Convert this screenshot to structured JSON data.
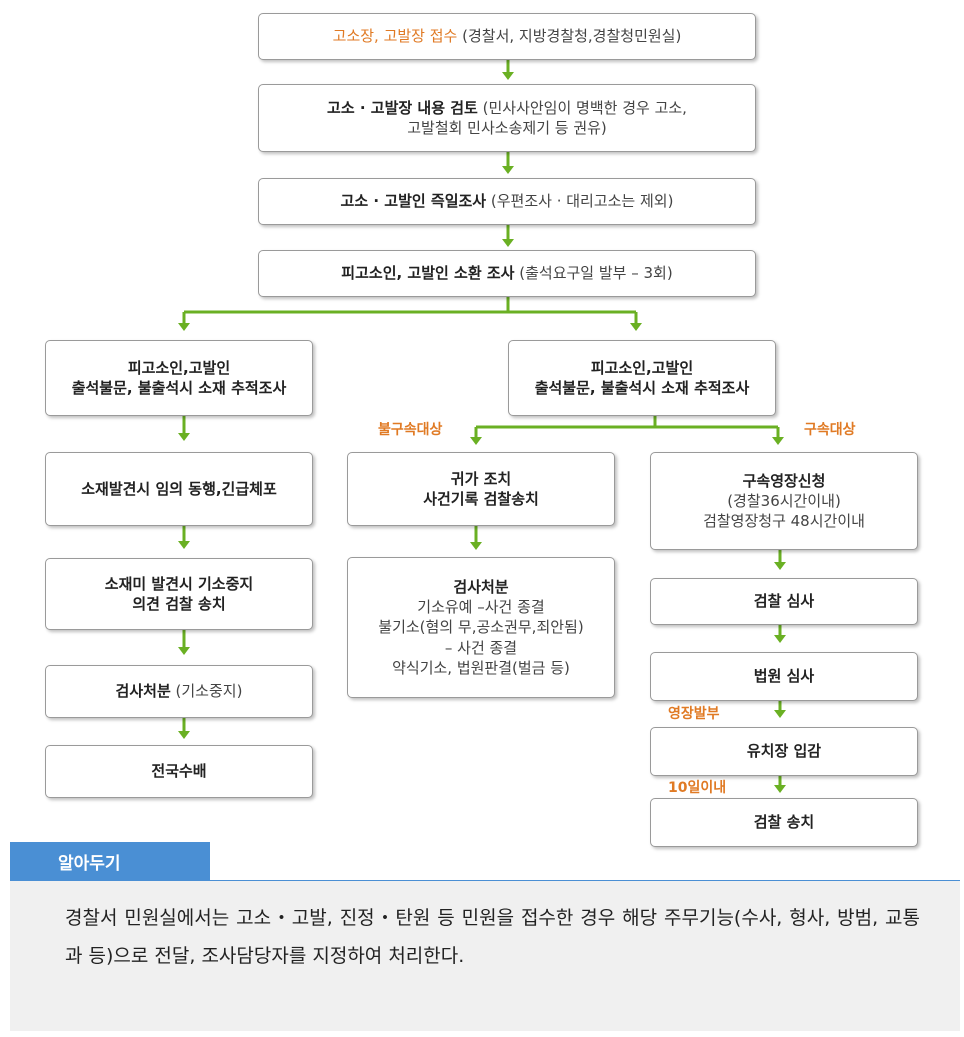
{
  "flow": {
    "step1": {
      "lead": "고소장, 고발장 접수",
      "rest": " (경찰서, 지방경찰청,경찰청민원실)"
    },
    "step2": {
      "lead": "고소 · 고발장 내용 검토",
      "rest": " (민사사안임이 명백한 경우 고소,",
      "line2": "고발철회 민사소송제기 등 권유)"
    },
    "step3": {
      "lead": "고소 · 고발인 즉일조사",
      "rest": " (우편조사 · 대리고소는 제외)"
    },
    "step4": {
      "lead": "피고소인, 고발인 소환 조사",
      "rest": " (출석요구일 발부 – 3회)"
    },
    "left_top": {
      "line1": "피고소인,고발인",
      "line2": "출석불문, 불출석시 소재 추적조사"
    },
    "right_top": {
      "line1": "피고소인,고발인",
      "line2": "출석불문, 불출석시 소재 추적조사"
    },
    "left2": "소재발견시 임의 동행,긴급체포",
    "left3": {
      "line1": "소재미 발견시 기소중지",
      "line2": "의견 검찰 송치"
    },
    "left4": {
      "lead": "검사처분",
      "rest": " (기소중지)"
    },
    "left5": "전국수배",
    "mid_label": "불구속대상",
    "right_label": "구속대상",
    "mid1": {
      "line1": "귀가 조치",
      "line2": "사건기록 검찰송치"
    },
    "mid2": {
      "title": "검사처분",
      "line1": "기소유예 –사건 종결",
      "line2": "불기소(혐의 무,공소권무,죄안됨)",
      "line3": "– 사건 종결",
      "line4": "약식기소, 법원판결(벌금 등)"
    },
    "right1": {
      "title": "구속영장신청",
      "line1": "(경찰36시간이내)",
      "line2": "검찰영장청구 48시간이내"
    },
    "right2": "검찰 심사",
    "right3": "법원 심사",
    "label_warrant": "영장발부",
    "right4": "유치장 입감",
    "label_10days": "10일이내",
    "right5": "검찰 송치"
  },
  "notice": {
    "tab": "알아두기",
    "text": "경찰서 민원실에서는 고소・고발, 진정・탄원 등 민원을 접수한 경우 해당 주무기능(수사, 형사, 방범, 교통과 등)으로 전달, 조사담당자를 지정하여 처리한다."
  },
  "colors": {
    "arrow": "#6ab023",
    "accent": "#e07a24",
    "tab": "#4a8fd4"
  }
}
